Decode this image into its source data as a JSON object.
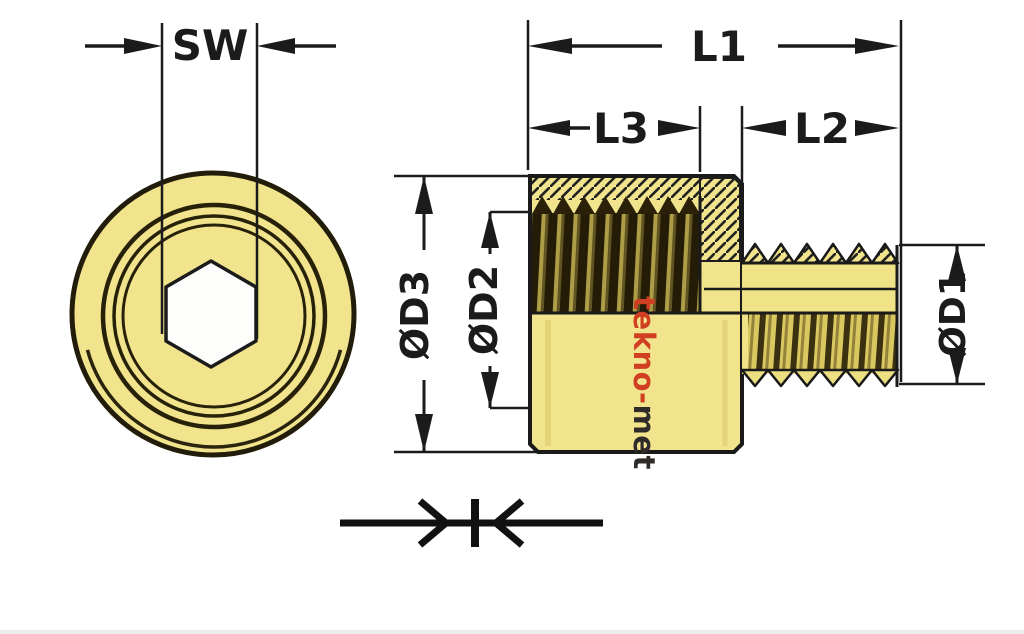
{
  "labels": {
    "sw": "SW",
    "l1": "L1",
    "l3": "L3",
    "l2": "L2",
    "d3": "ØD3",
    "d2": "ØD2",
    "d1": "ØD1"
  },
  "logo": {
    "part1": "tekno",
    "separator": "-",
    "part2": "met",
    "part1_color": "#d13f22",
    "part2_color": "#2e2b28"
  },
  "colors": {
    "background": "#ffffff",
    "body_brass": "#f1e48c",
    "stud_brass": "#efe287",
    "outline": "#1a1a1a",
    "dimension": "#1b1b1b",
    "thread_dark": "#2a2108"
  }
}
